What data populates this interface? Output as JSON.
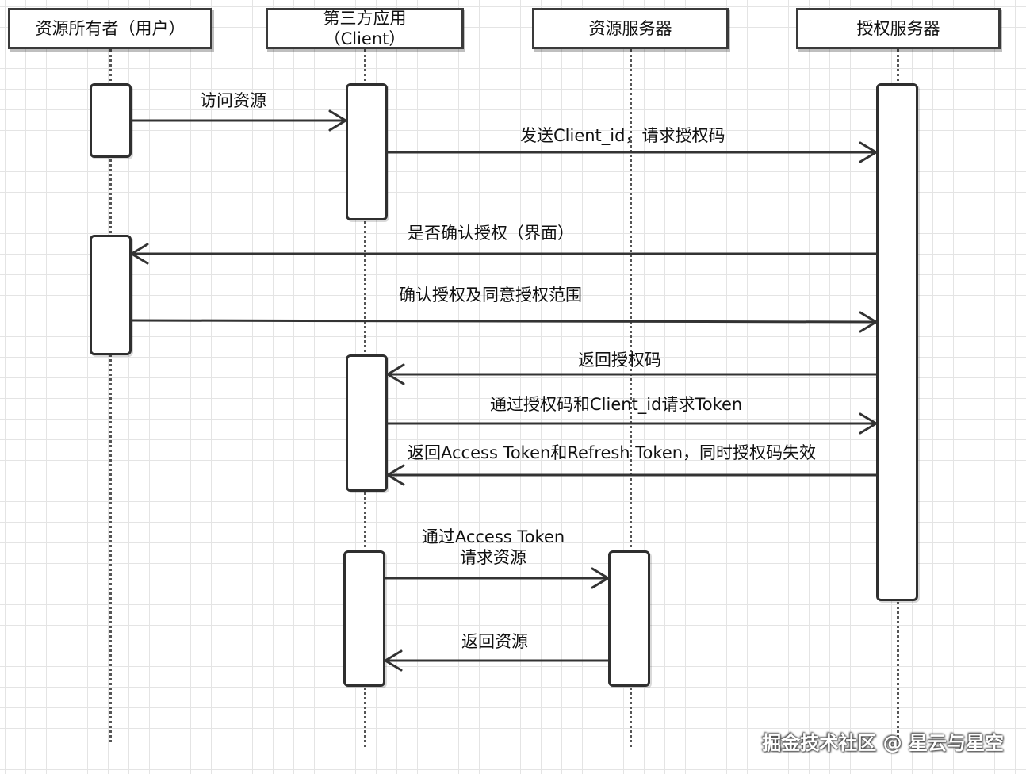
{
  "participants": {
    "owner": "资源所有者（用户）",
    "client_line1": "第三方应用",
    "client_line2": "（Client）",
    "resource": "资源服务器",
    "auth": "授权服务器"
  },
  "messages": {
    "m1": "访问资源",
    "m2": "发送Client_id，请求授权码",
    "m3": "是否确认授权（界面）",
    "m4": "确认授权及同意授权范围",
    "m5": "返回授权码",
    "m6": "通过授权码和Client_id请求Token",
    "m7": "返回Access Token和Refresh Token，同时授权码失效",
    "m8_line1": "通过Access Token",
    "m8_line2": "请求资源",
    "m9": "返回资源"
  },
  "watermark": "掘金技术社区 @ 星云与星空"
}
